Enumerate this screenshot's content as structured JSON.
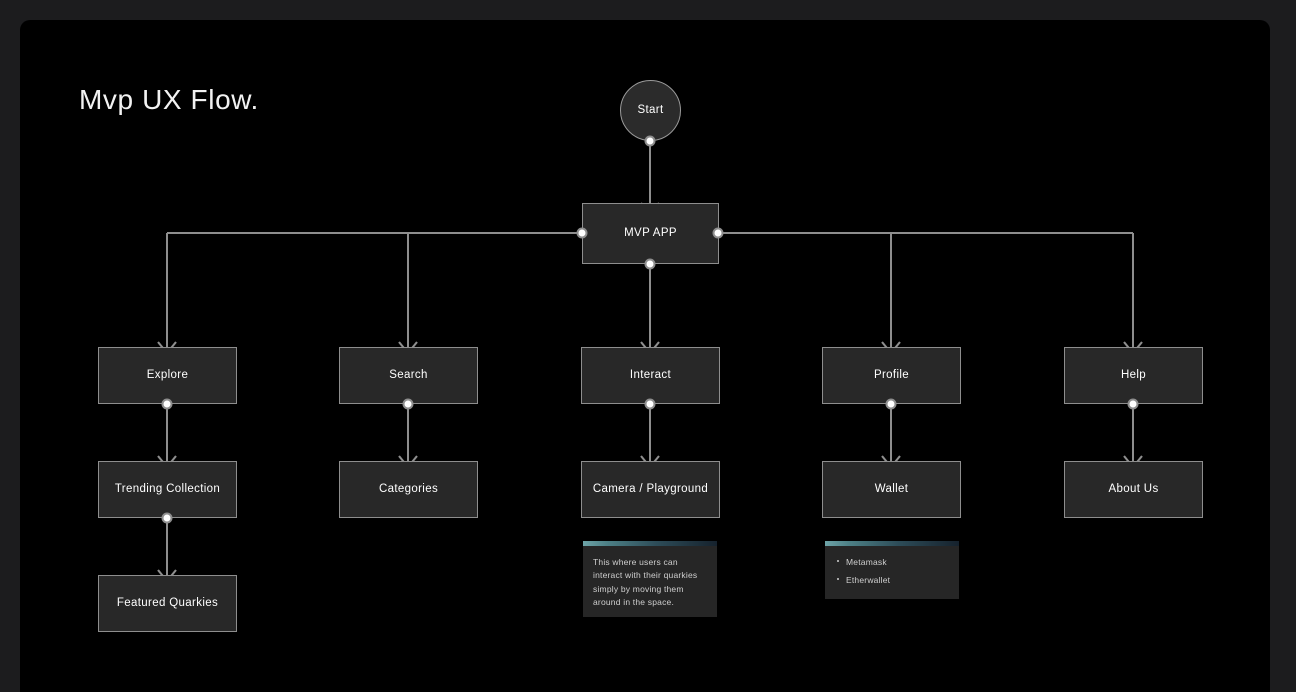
{
  "page": {
    "title": "Mvp UX Flow.",
    "canvas_bg": "#000000",
    "outer_bg": "#1c1c1e",
    "node_fill": "#282828",
    "node_border": "#8e8e8e",
    "wire_color": "#8e8e8e",
    "dot_fill": "#ffffff",
    "note_accent": "#6ea4a8"
  },
  "nodes": {
    "start": {
      "label": "Start"
    },
    "root": {
      "label": "MVP APP"
    },
    "explore": {
      "label": "Explore"
    },
    "search": {
      "label": "Search"
    },
    "interact": {
      "label": "Interact"
    },
    "profile": {
      "label": "Profile"
    },
    "help": {
      "label": "Help"
    },
    "trending": {
      "label": "Trending Collection"
    },
    "categories": {
      "label": "Categories"
    },
    "camera": {
      "label": "Camera / Playground"
    },
    "wallet": {
      "label": "Wallet"
    },
    "about": {
      "label": "About Us"
    },
    "featured": {
      "label": "Featured Quarkies"
    }
  },
  "notes": {
    "interact_note": {
      "text": "This where users can interact with their quarkies simply by moving them around in the space."
    },
    "wallet_note": {
      "items": [
        "Metamask",
        "Etherwallet"
      ]
    }
  }
}
